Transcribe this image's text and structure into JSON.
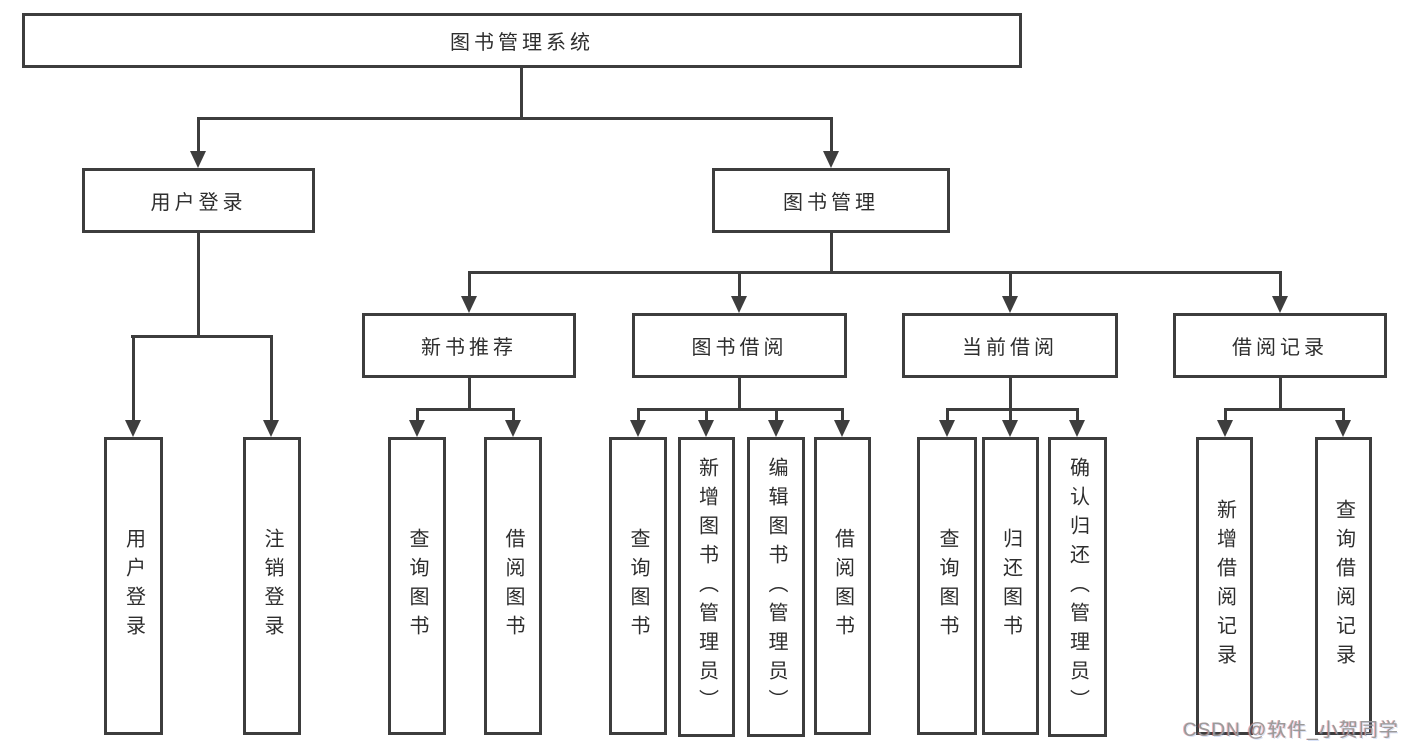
{
  "diagram": {
    "title": "图书管理系统",
    "root": {
      "label": "图书管理系统"
    },
    "level2": [
      {
        "label": "用户登录"
      },
      {
        "label": "图书管理"
      }
    ],
    "level3": [
      {
        "label": "新书推荐",
        "parent": "图书管理"
      },
      {
        "label": "图书借阅",
        "parent": "图书管理"
      },
      {
        "label": "当前借阅",
        "parent": "图书管理"
      },
      {
        "label": "借阅记录",
        "parent": "图书管理"
      }
    ],
    "leaves": [
      {
        "label": "用户登录",
        "parent": "用户登录"
      },
      {
        "label": "注销登录",
        "parent": "用户登录"
      },
      {
        "label": "查询图书",
        "parent": "新书推荐"
      },
      {
        "label": "借阅图书",
        "parent": "新书推荐"
      },
      {
        "label": "查询图书",
        "parent": "图书借阅"
      },
      {
        "label": "新增图书（管理员）",
        "parent": "图书借阅"
      },
      {
        "label": "编辑图书（管理员）",
        "parent": "图书借阅"
      },
      {
        "label": "借阅图书",
        "parent": "图书借阅"
      },
      {
        "label": "查询图书",
        "parent": "当前借阅"
      },
      {
        "label": "归还图书",
        "parent": "当前借阅"
      },
      {
        "label": "确认归还（管理员）",
        "parent": "当前借阅"
      },
      {
        "label": "新增借阅记录",
        "parent": "借阅记录"
      },
      {
        "label": "查询借阅记录",
        "parent": "借阅记录"
      }
    ],
    "watermark": "CSDN @软件_小贺同学",
    "colors": {
      "line": "#3d3d3d",
      "text": "#2e2e2e",
      "background": "#ffffff",
      "watermark": "#9a9a9a"
    }
  }
}
